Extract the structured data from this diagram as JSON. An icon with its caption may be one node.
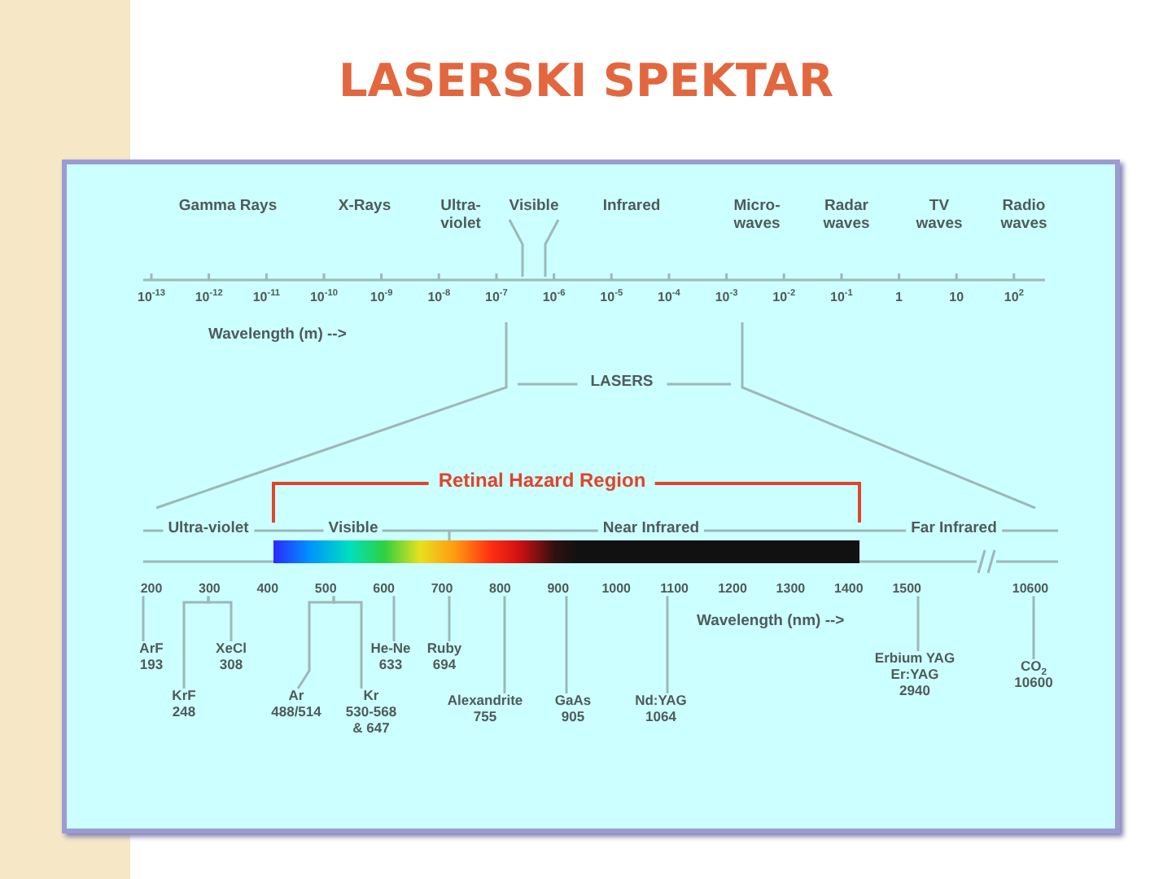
{
  "diagram": {
    "title": "LASERSKI SPEKTAR",
    "nodes": [
      {
        "text": [],
        "shape": "bar"
      },
      {
        "text": [
          "200"
        ]
      },
      {
        "text": [
          "300"
        ]
      },
      {
        "text": [
          "400"
        ]
      },
      {
        "text": [
          "500"
        ]
      },
      {
        "text": [
          "600"
        ]
      },
      {
        "text": [
          "700"
        ]
      },
      {
        "text": [
          "800"
        ]
      },
      {
        "text": [
          "900"
        ]
      },
      {
        "text": [
          "1000"
        ]
      },
      {
        "text": [
          "1100"
        ]
      },
      {
        "text": [
          "1200"
        ]
      },
      {
        "text": [
          "1300"
        ]
      },
      {
        "text": [
          "1400"
        ]
      },
      {
        "text": [
          "1500"
        ]
      },
      {
        "text": [
          "10600"
        ]
      },
      {
        "text": [
          "ArF",
          "193"
        ]
      },
      {
        "text": [
          "KrF",
          "248"
        ]
      },
      {
        "text": [
          "XeCl",
          "308"
        ]
      },
      {
        "text": [
          "Ar",
          "488/514"
        ]
      },
      {
        "text": [
          "Kr",
          "530-568 & 647"
        ]
      },
      {
        "text": [
          "He-Ne",
          "633"
        ]
      },
      {
        "text": [
          "Ruby",
          "694"
        ]
      },
      {
        "text": [
          "Alexandrite",
          "755"
        ]
      },
      {
        "text": [
          "GaAs",
          "905"
        ]
      },
      {
        "text": [
          "Nd:YAG",
          "1064"
        ]
      },
      {
        "text": [
          "Erbium YAG",
          "Er:YAG",
          "2940"
        ]
      },
      {
        "text": [
          "CO$_{2}$",
          "10600"
        ]
      }
    ],
    "edges": [
      {
        "from": 16,
        "to": 1,
        "arrow": "none"
      },
      {
        "from": 17,
        "to": 2,
        "arrow": "none"
      },
      {
        "from": 18,
        "to": 2,
        "arrow": "none"
      },
      {
        "from": 19,
        "to": 4,
        "arrow": "none"
      },
      {
        "from": 20,
        "to": 4,
        "arrow": "none"
      },
      {
        "from": 21,
        "to": 5,
        "arrow": "none"
      },
      {
        "from": 22,
        "to": 6,
        "arrow": "none"
      },
      {
        "from": 23,
        "to": 7,
        "arrow": "none"
      },
      {
        "from": 24,
        "to": 8,
        "arrow": "none"
      },
      {
        "from": 25,
        "to": 10,
        "arrow": "none"
      },
      {
        "from": 26,
        "to": 14,
        "arrow": "none"
      },
      {
        "from": 27,
        "to": 15,
        "arrow": "none"
      }
    ],
    "labels": [
      "Gamma Rays",
      "X-Rays",
      "Ultra-violet",
      "Visible",
      "Infrared",
      "Micro-waves",
      "Radar waves",
      "TV waves",
      "Radio waves",
      "10$^{-13}$",
      "10$^{-12}$",
      "10$^{-11}$",
      "10$^{-10}$",
      "10$^{-9}$",
      "10$^{-8}$",
      "10$^{-7}$",
      "10$^{-6}$",
      "10$^{-5}$",
      "10$^{-4}$",
      "10$^{-3}$",
      "10$^{-2}$",
      "10$^{-1}$",
      "1",
      "10",
      "10$^{2}$",
      "Wavelength (m) -->",
      "LASERS",
      "Retinal Hazard Region",
      "Ultra-violet",
      "Visible",
      "Near Infrared",
      "Far Infrared",
      "Wavelength (nm) -->"
    ]
  }
}
